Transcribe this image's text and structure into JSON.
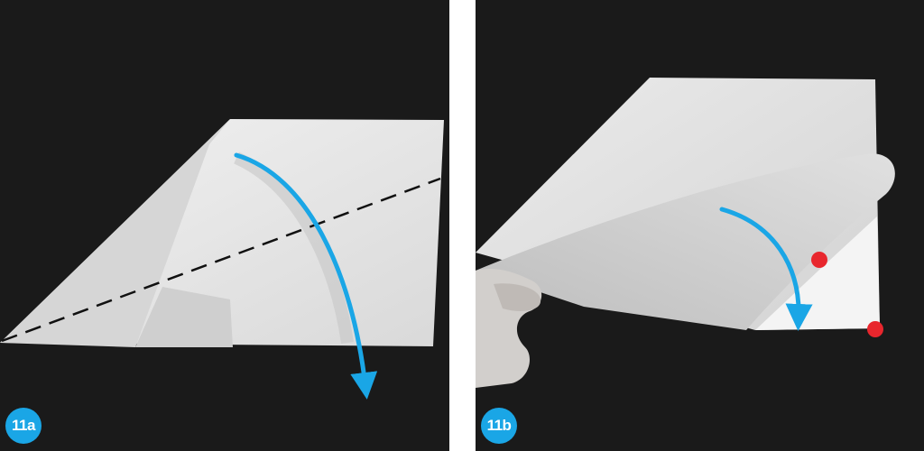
{
  "steps": [
    {
      "label": "11a",
      "instruction_arrow_color": "#1aa6e6",
      "fold_line": "dashed"
    },
    {
      "label": "11b",
      "instruction_arrow_color": "#1aa6e6",
      "marker_color": "#e8262d",
      "marker_count": 2
    }
  ],
  "colors": {
    "background": "#1a1a1a",
    "paper": "#e6e6e6",
    "arrow": "#1aa6e6",
    "marker": "#e8262d",
    "badge": "#1aa6e6"
  }
}
